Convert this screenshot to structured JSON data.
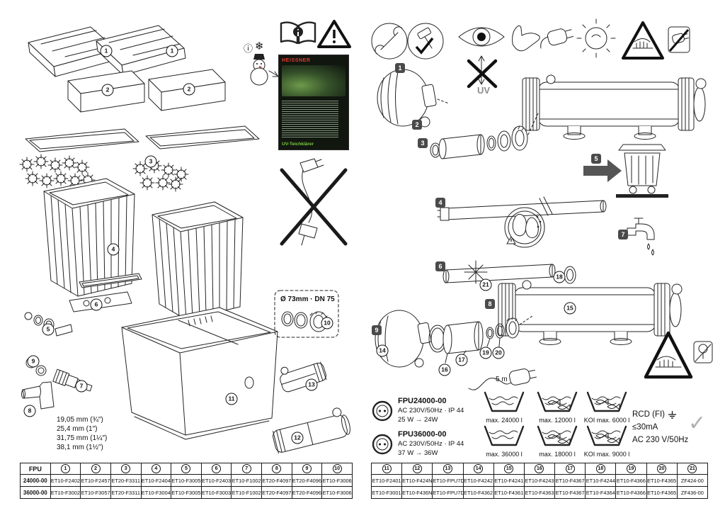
{
  "icons": {
    "info_glyph": "ⓘ",
    "snowflake_glyph": "❄",
    "check_glyph": "✓"
  },
  "brochure": {
    "brand": "HEISSNER",
    "title": "UV-Teichklärer"
  },
  "left_panel": {
    "callouts": [
      "1",
      "1",
      "2",
      "2",
      "3",
      "4",
      "5",
      "6",
      "7",
      "8",
      "9",
      "10",
      "11",
      "12",
      "13"
    ],
    "diameter_note": "Ø 73mm · DN 75",
    "hose_sizes": [
      "19,05 mm (¾″)",
      "25,4 mm (1″)",
      "31,75 mm (1¼″)",
      "38,1 mm (1½″)"
    ]
  },
  "right_panel": {
    "steps": [
      "1",
      "2",
      "3",
      "4",
      "5",
      "6",
      "7",
      "8",
      "9"
    ],
    "callouts": [
      "14",
      "15",
      "16",
      "17",
      "18",
      "19",
      "20",
      "21"
    ],
    "cable_length": "5 m",
    "uv_label": "UV"
  },
  "specs": [
    {
      "model": "FPU24000-00",
      "power": "AC 230V/50Hz · IP 44",
      "wattage": "25 W → 24W",
      "capacities": [
        "max. 24000 l",
        "max. 12000 l",
        "KOI max. 6000 l"
      ]
    },
    {
      "model": "FPU36000-00",
      "power": "AC 230V/50Hz · IP 44",
      "wattage": "37 W → 36W",
      "capacities": [
        "max. 36000 l",
        "max. 18000 l",
        "KOI max. 9000 l"
      ]
    }
  ],
  "electrical": {
    "rcd": "RCD (FI)",
    "current": "≤30mA",
    "supply": "AC 230 V/50Hz"
  },
  "tables": {
    "left": {
      "corner": "FPU",
      "columns": [
        "1",
        "2",
        "3",
        "4",
        "5",
        "6",
        "7",
        "8",
        "9",
        "10"
      ],
      "rows": [
        {
          "label": "24000-00",
          "cells": [
            "ET10-F2402",
            "ET10-F2457",
            "ET20-F3311",
            "ET10-F2404",
            "ET10-F3005",
            "ET10-F2403",
            "ET10-F1002",
            "ET20-F4097",
            "ET20-F4096",
            "ET10-F3006"
          ]
        },
        {
          "label": "36000-00",
          "cells": [
            "ET10-F3002",
            "ET10-F3057",
            "ET20-F3311",
            "ET10-F3004",
            "ET10-F3005",
            "ET10-F3003",
            "ET10-F1002",
            "ET20-F4097",
            "ET20-F4096",
            "ET10-F3006"
          ]
        }
      ]
    },
    "right": {
      "columns": [
        "11",
        "12",
        "13",
        "14",
        "15",
        "16",
        "17",
        "18",
        "19",
        "20",
        "21"
      ],
      "rows": [
        {
          "cells": [
            "ET10-F2401",
            "ET10-F424N",
            "ET10-FPU7D",
            "ET10-F4242",
            "ET10-F4241",
            "ET10-F4243",
            "ET10-F4367",
            "ET10-F4244",
            "ET10-F4366",
            "ET10-F4365",
            "ZF424-00"
          ]
        },
        {
          "cells": [
            "ET10-F3001",
            "ET10-F436N",
            "ET10-FPU7D",
            "ET10-F4362",
            "ET10-F4361",
            "ET10-F4363",
            "ET10-F4367",
            "ET10-F4364",
            "ET10-F4366",
            "ET10-F4365",
            "ZF436-00"
          ]
        }
      ]
    }
  }
}
